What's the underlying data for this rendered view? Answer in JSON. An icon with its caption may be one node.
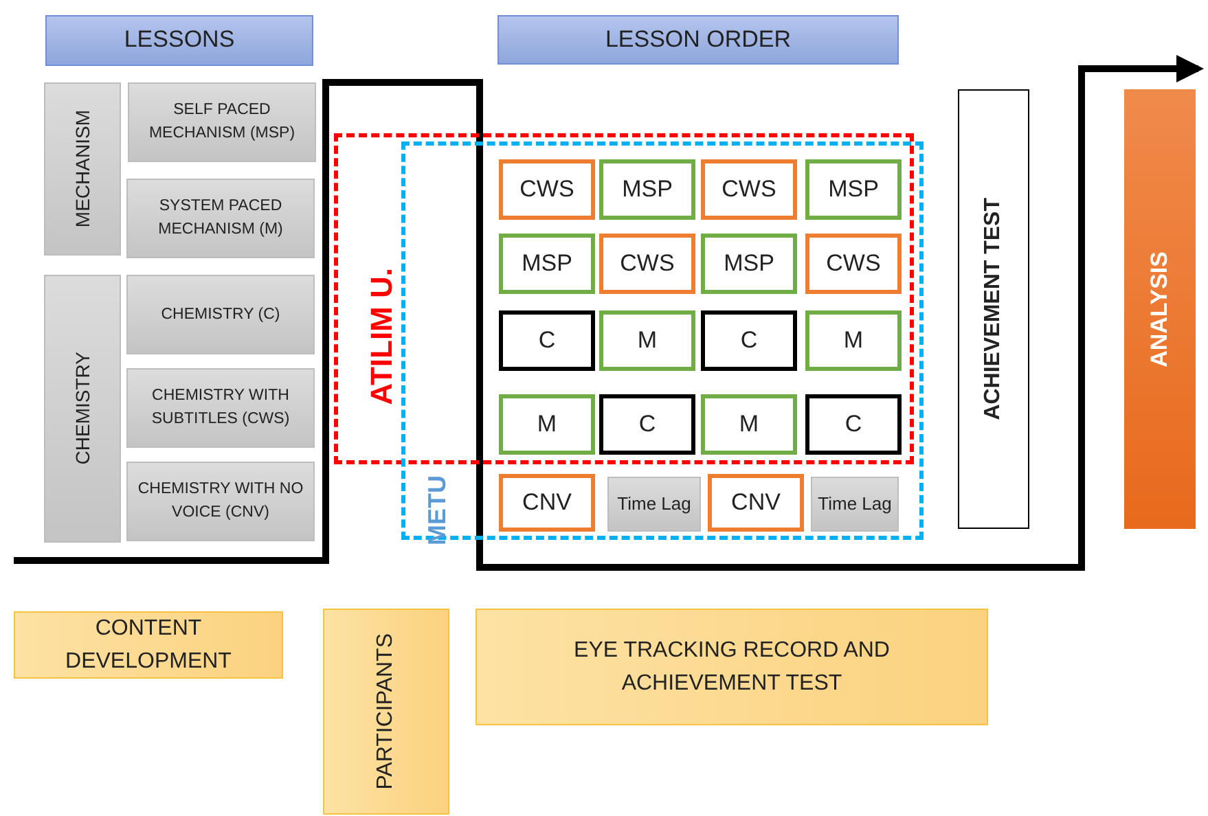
{
  "diagram": {
    "nodes": [
      {
        "text": [
          "LESSONS"
        ]
      },
      {
        "text": [
          "LESSON ORDER"
        ]
      },
      {
        "text": [
          "MECHANISM"
        ]
      },
      {
        "text": [
          "SELF PACED MECHANISM (MSP)"
        ]
      },
      {
        "text": [
          "SYSTEM PACED MECHANISM (M)"
        ]
      },
      {
        "text": [
          "CHEMISTRY"
        ]
      },
      {
        "text": [
          "CHEMISTRY (C)"
        ]
      },
      {
        "text": [
          "CHEMISTRY WITH SUBTITLES (CWS)"
        ]
      },
      {
        "text": [
          "CHEMISTRY WITH NO VOICE (CNV)"
        ]
      },
      {
        "text": [
          "ATILIM U."
        ]
      },
      {
        "text": [
          "METU"
        ]
      },
      {
        "text": [
          "CWS"
        ],
        "in": 9
      },
      {
        "text": [
          "MSP"
        ],
        "in": 9
      },
      {
        "text": [
          "CWS"
        ],
        "in": 9
      },
      {
        "text": [
          "MSP"
        ],
        "in": 9
      },
      {
        "text": [
          "MSP"
        ],
        "in": 9
      },
      {
        "text": [
          "CWS"
        ],
        "in": 9
      },
      {
        "text": [
          "MSP"
        ],
        "in": 9
      },
      {
        "text": [
          "CWS"
        ],
        "in": 9
      },
      {
        "text": [
          "C"
        ],
        "in": 9
      },
      {
        "text": [
          "M"
        ],
        "in": 9
      },
      {
        "text": [
          "C"
        ],
        "in": 9
      },
      {
        "text": [
          "M"
        ],
        "in": 9
      },
      {
        "text": [
          "M"
        ],
        "in": 9
      },
      {
        "text": [
          "C"
        ],
        "in": 9
      },
      {
        "text": [
          "M"
        ],
        "in": 9
      },
      {
        "text": [
          "C"
        ],
        "in": 9
      },
      {
        "text": [
          "CNV"
        ],
        "in": 10
      },
      {
        "text": [
          "Time Lag"
        ],
        "in": 10
      },
      {
        "text": [
          "CNV"
        ],
        "in": 10
      },
      {
        "text": [
          "Time Lag"
        ],
        "in": 10
      },
      {
        "text": [
          "ACHIEVEMENT TEST"
        ]
      },
      {
        "text": [
          "ANALYSIS"
        ]
      },
      {
        "text": [
          "CONTENT DEVELOPMENT"
        ]
      },
      {
        "text": [
          "PARTICIPANTS"
        ]
      },
      {
        "text": [
          "EYE TRACKING RECORD AND ACHIEVEMENT TEST"
        ]
      }
    ]
  }
}
